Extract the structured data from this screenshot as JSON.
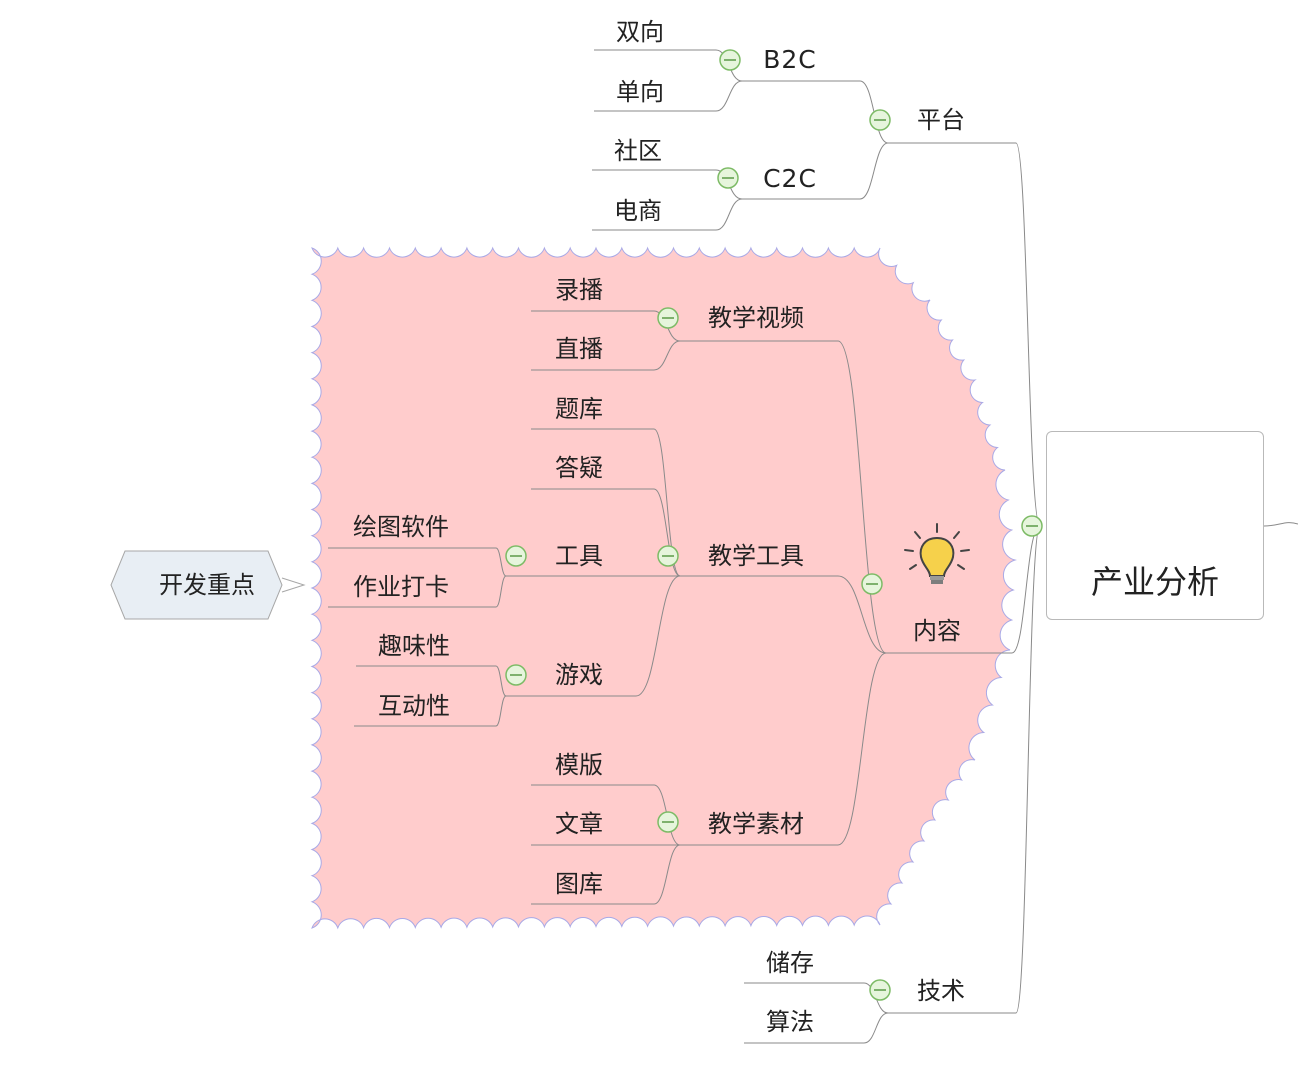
{
  "root": {
    "label": "产业分析"
  },
  "floating_topic": {
    "label": "开发重点"
  },
  "branches": {
    "platform": {
      "label": "平台",
      "children": {
        "b2c": {
          "label": "B2C",
          "children": [
            "双向",
            "单向"
          ]
        },
        "c2c": {
          "label": "C2C",
          "children": [
            "社区",
            "电商"
          ]
        }
      }
    },
    "content": {
      "label": "内容",
      "children": {
        "video": {
          "label": "教学视频",
          "children": [
            "录播",
            "直播"
          ]
        },
        "tools": {
          "label": "教学工具",
          "children": {
            "qbank": {
              "label": "题库"
            },
            "qa": {
              "label": "答疑"
            },
            "tool": {
              "label": "工具",
              "children": [
                "绘图软件",
                "作业打卡"
              ]
            },
            "game": {
              "label": "游戏",
              "children": [
                "趣味性",
                "互动性"
              ]
            }
          }
        },
        "material": {
          "label": "教学素材",
          "children": [
            "模版",
            "文章",
            "图库"
          ]
        }
      }
    },
    "tech": {
      "label": "技术",
      "children": [
        "储存",
        "算法"
      ]
    }
  },
  "colors": {
    "boundary_fill": "#ffcccc",
    "boundary_stroke": "#a9a9e6",
    "connector": "#8a8a8a",
    "toggle_fill": "#e6f5dc",
    "toggle_stroke": "#7dbb66",
    "tag_fill": "#e8eef4",
    "tag_stroke": "#a7a7a7",
    "bulb": "#f6d14b",
    "school_wall": "#f7dc7a",
    "school_roof": "#f3a39a"
  },
  "icons": {
    "root": "school-icon",
    "content": "lightbulb-icon",
    "toggle": "collapse-minus-icon"
  }
}
